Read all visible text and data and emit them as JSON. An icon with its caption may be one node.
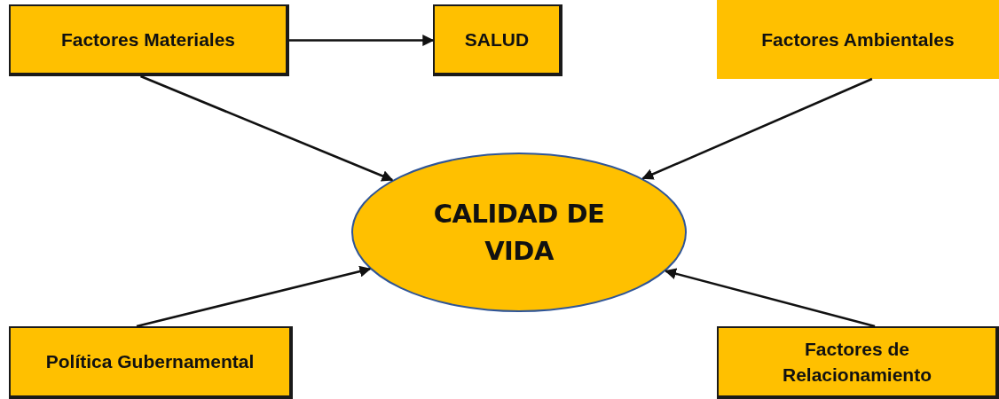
{
  "diagram": {
    "nodes": [
      {
        "text": [
          "Factores Materiales"
        ]
      },
      {
        "text": [
          "SALUD"
        ]
      },
      {
        "text": [
          "Factores Ambientales"
        ]
      },
      {
        "text": [
          "CALIDAD DE VIDA"
        ]
      },
      {
        "text": [
          "Política Gubernamental"
        ]
      },
      {
        "text": [
          "Factores de Relacionamiento"
        ]
      }
    ],
    "edges": [
      {
        "from": 0,
        "to": 1,
        "arrow": "to"
      },
      {
        "from": 0,
        "to": 3,
        "arrow": "to"
      },
      {
        "from": 2,
        "to": 3,
        "arrow": "to"
      },
      {
        "from": 4,
        "to": 3,
        "arrow": "to"
      },
      {
        "from": 5,
        "to": 3,
        "arrow": "to"
      }
    ]
  }
}
